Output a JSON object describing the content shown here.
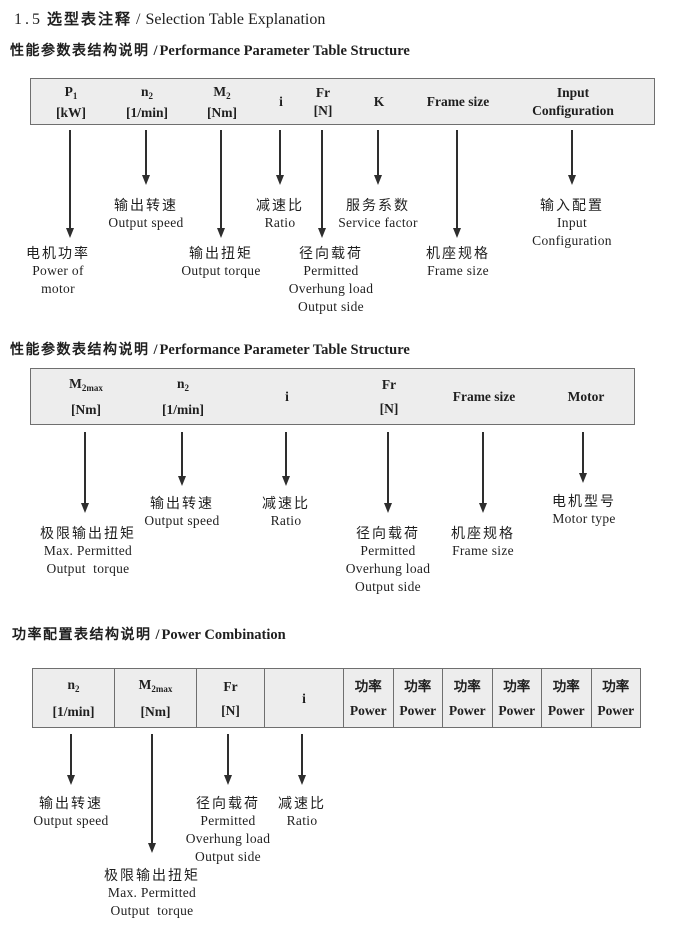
{
  "colors": {
    "text": "#1f1f1f",
    "table_bg": "#ededed",
    "table_border": "#6f6f6f",
    "arrow": "#2e2e2e"
  },
  "title": {
    "num": "1.5",
    "cn": "选型表注释",
    "sep": "/",
    "en": "Selection Table Explanation"
  },
  "sections": [
    {
      "heading": {
        "cn": "性能参数表结构说明",
        "sep": "/",
        "en": "Performance Parameter Table Structure"
      },
      "columns": [
        {
          "t": "P",
          "s": "1",
          "b": "[kW]"
        },
        {
          "t": "n",
          "s": "2",
          "b": "[1/min]"
        },
        {
          "t": "M",
          "s": "2",
          "b": "[Nm]"
        },
        {
          "t": "i"
        },
        {
          "t": "Fr",
          "b": "[N]"
        },
        {
          "t": "K"
        },
        {
          "t": "Frame size"
        },
        {
          "t": "Input",
          "b": "Configuration"
        }
      ],
      "callouts": [
        {
          "lines": [
            "电机功率",
            "Power of",
            "motor"
          ]
        },
        {
          "lines": [
            "输出转速",
            "Output speed"
          ]
        },
        {
          "lines": [
            "输出扭矩",
            "Output torque"
          ]
        },
        {
          "lines": [
            "减速比",
            "Ratio"
          ]
        },
        {
          "lines": [
            "径向载荷",
            "Permitted",
            "Overhung load",
            "Output side"
          ]
        },
        {
          "lines": [
            "服务系数",
            "Service factor"
          ]
        },
        {
          "lines": [
            "机座规格",
            "Frame size"
          ]
        },
        {
          "lines": [
            "输入配置",
            "Input",
            "Configuration"
          ]
        }
      ]
    },
    {
      "heading": {
        "cn": "性能参数表结构说明",
        "sep": "/",
        "en": "Performance Parameter Table Structure"
      },
      "columns": [
        {
          "t": "M",
          "s": "2max",
          "b": "[Nm]"
        },
        {
          "t": "n",
          "s": "2",
          "b": "[1/min]"
        },
        {
          "t": "i"
        },
        {
          "t": "Fr",
          "b": "[N]"
        },
        {
          "t": "Frame size"
        },
        {
          "t": "Motor"
        }
      ],
      "callouts": [
        {
          "lines": [
            "极限输出扭矩",
            "Max. Permitted",
            "Output  torque"
          ]
        },
        {
          "lines": [
            "输出转速",
            "Output speed"
          ]
        },
        {
          "lines": [
            "减速比",
            "Ratio"
          ]
        },
        {
          "lines": [
            "径向载荷",
            "Permitted",
            "Overhung load",
            "Output side"
          ]
        },
        {
          "lines": [
            "机座规格",
            "Frame size"
          ]
        },
        {
          "lines": [
            "电机型号",
            "Motor type"
          ]
        }
      ]
    },
    {
      "heading": {
        "cn": "功率配置表结构说明",
        "sep": "/",
        "en": "Power Combination"
      },
      "columns": [
        {
          "t": "n",
          "s": "2",
          "b": "[1/min]"
        },
        {
          "t": "M",
          "s": "2max",
          "b": "[Nm]"
        },
        {
          "t": "Fr",
          "b": "[N]"
        },
        {
          "t": "i"
        },
        {
          "t": "功率",
          "b": "Power"
        },
        {
          "t": "功率",
          "b": "Power"
        },
        {
          "t": "功率",
          "b": "Power"
        },
        {
          "t": "功率",
          "b": "Power"
        },
        {
          "t": "功率",
          "b": "Power"
        },
        {
          "t": "功率",
          "b": "Power"
        }
      ],
      "callouts": [
        {
          "lines": [
            "输出转速",
            "Output speed"
          ]
        },
        {
          "lines": [
            "极限输出扭矩",
            "Max. Permitted",
            "Output  torque"
          ]
        },
        {
          "lines": [
            "径向载荷",
            "Permitted",
            "Overhung load",
            "Output side"
          ]
        },
        {
          "lines": [
            "减速比",
            "Ratio"
          ]
        }
      ]
    }
  ]
}
